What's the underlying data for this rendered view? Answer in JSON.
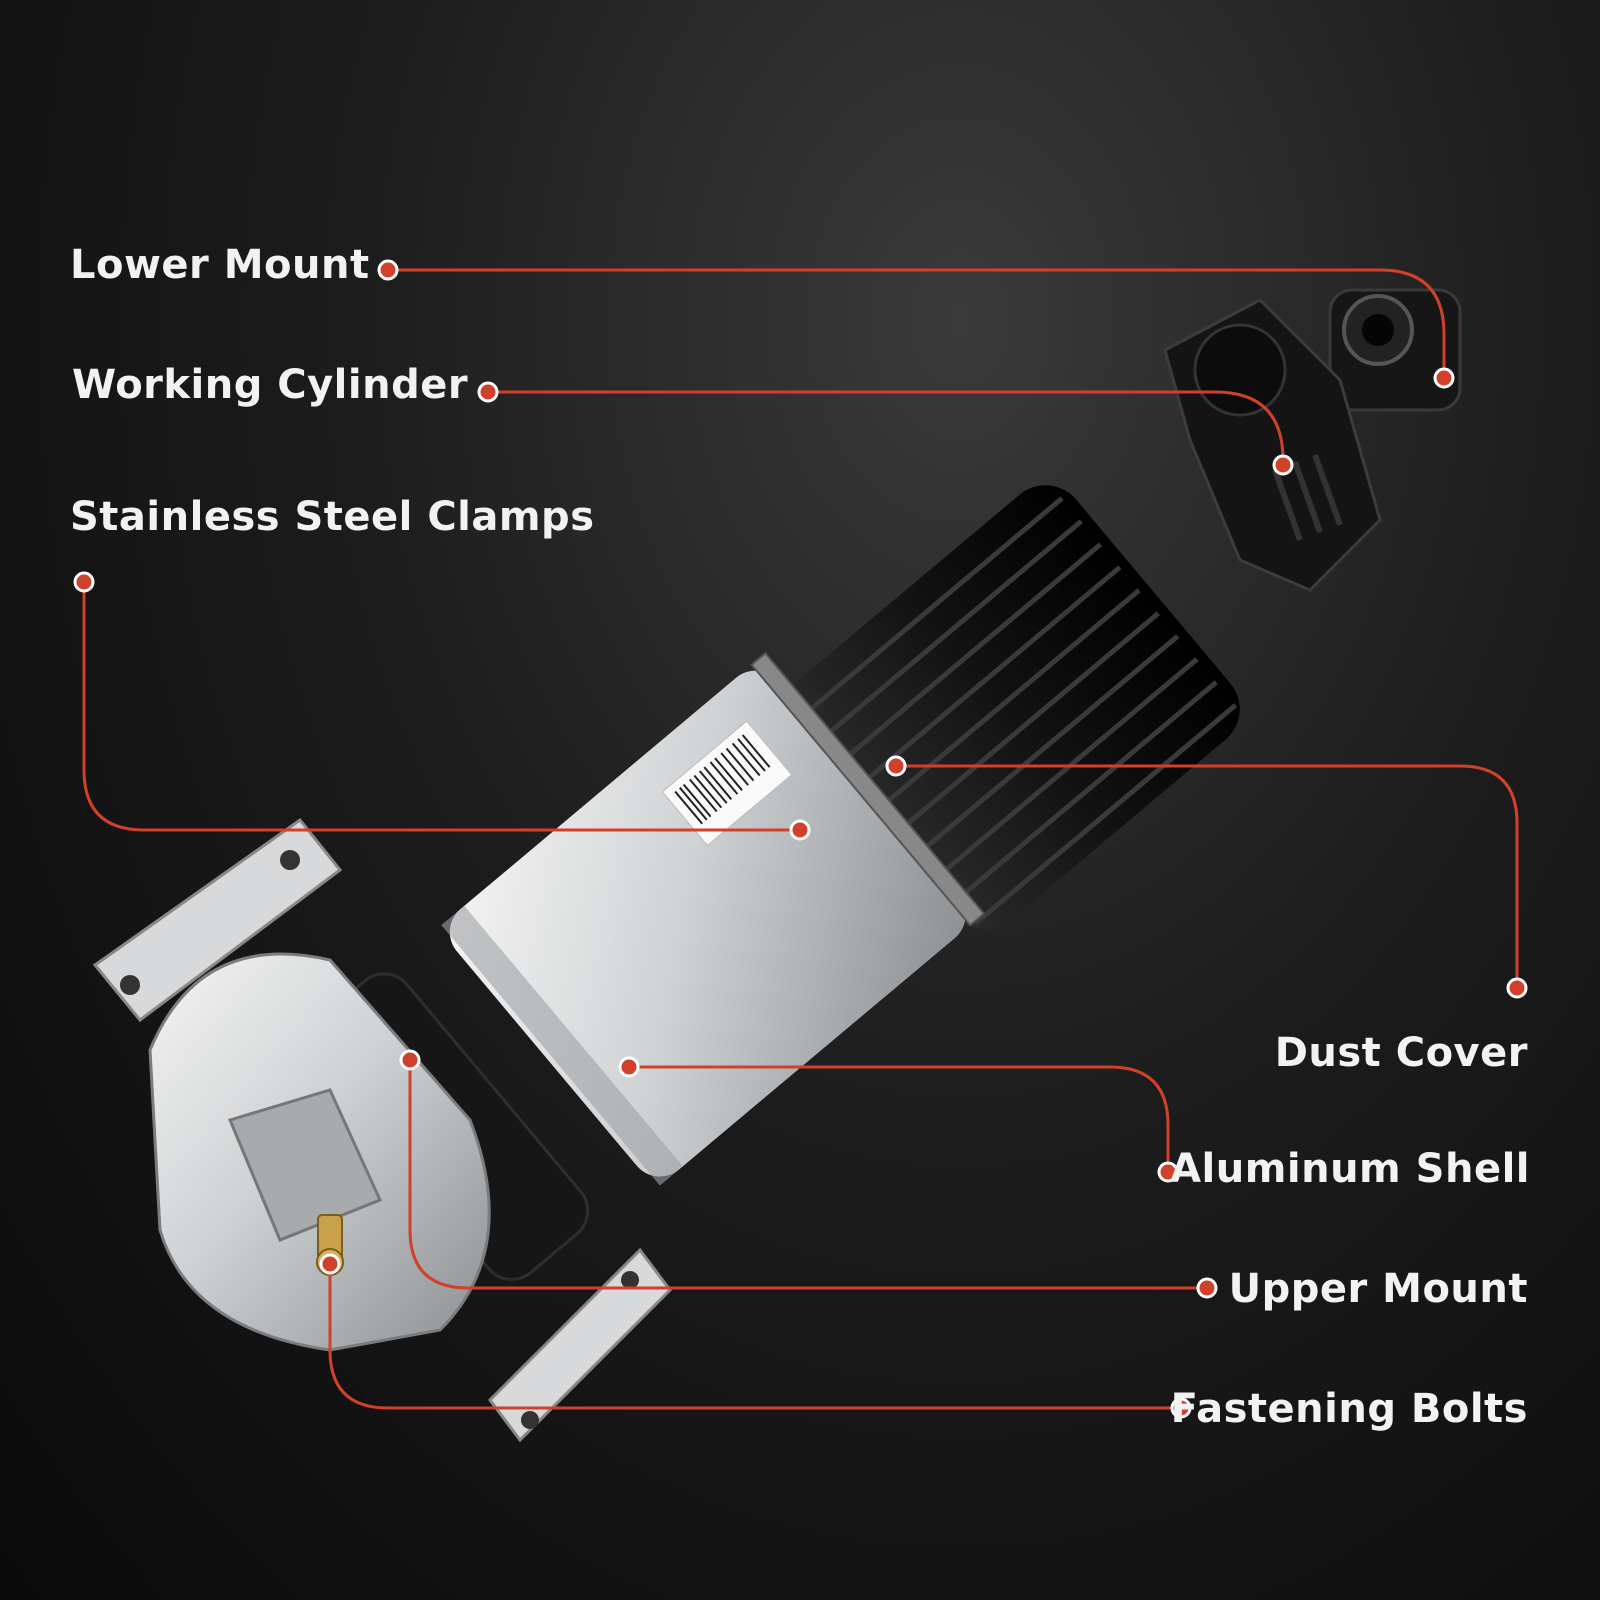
{
  "accent_color": "#d0402a",
  "callouts": {
    "lower_mount": "Lower Mount",
    "working_cylinder": "Working Cylinder",
    "stainless_steel_clamps": "Stainless Steel Clamps",
    "dust_cover": "Dust Cover",
    "aluminum_shell": "Aluminum Shell",
    "upper_mount": "Upper Mount",
    "fastening_bolts": "Fastening Bolts"
  }
}
